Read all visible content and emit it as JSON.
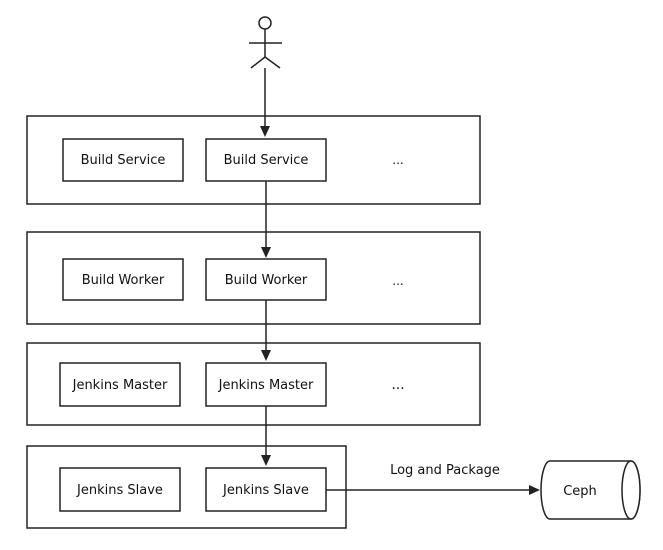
{
  "tiers": [
    {
      "id": "build-service",
      "nodes": [
        "Build Service",
        "Build Service"
      ],
      "ellipsis": "..."
    },
    {
      "id": "build-worker",
      "nodes": [
        "Build Worker",
        "Build Worker"
      ],
      "ellipsis": "..."
    },
    {
      "id": "jenkins-master",
      "nodes": [
        "Jenkins Master",
        "Jenkins Master"
      ],
      "ellipsis": "..."
    },
    {
      "id": "jenkins-slave",
      "nodes": [
        "Jenkins Slave",
        "Jenkins Slave"
      ]
    }
  ],
  "storage": {
    "label": "Ceph"
  },
  "edge_label": "Log and Package",
  "colors": {
    "stroke": "#222222",
    "background": "#ffffff"
  }
}
